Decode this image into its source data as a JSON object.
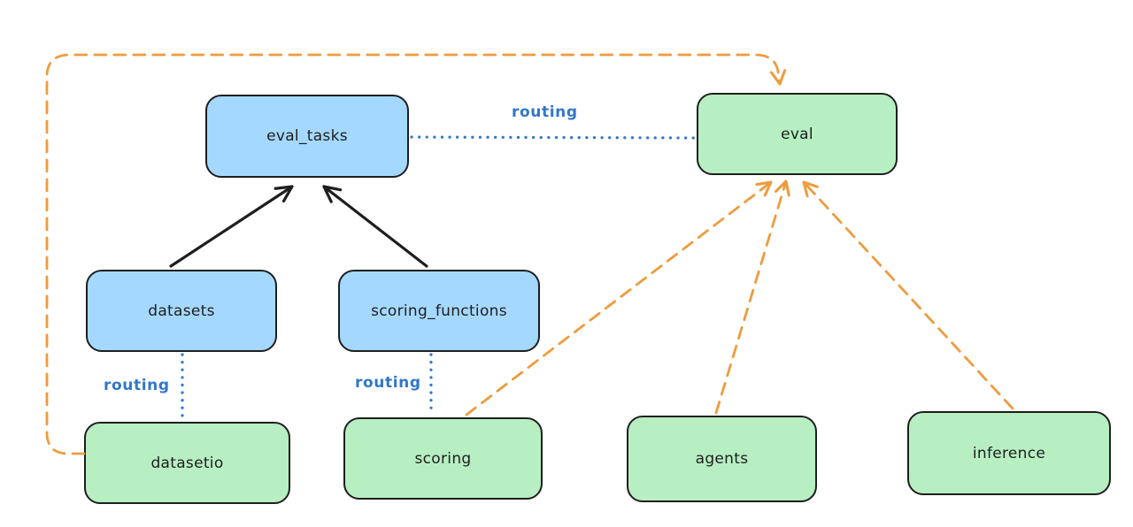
{
  "diagram": {
    "nodes": [
      {
        "id": "eval_tasks",
        "label": "eval_tasks",
        "fill": "#a5d8ff",
        "kind": "resource"
      },
      {
        "id": "eval",
        "label": "eval",
        "fill": "#b7efc3",
        "kind": "api"
      },
      {
        "id": "datasets",
        "label": "datasets",
        "fill": "#a5d8ff",
        "kind": "resource"
      },
      {
        "id": "scoring_functions",
        "label": "scoring_functions",
        "fill": "#a5d8ff",
        "kind": "resource"
      },
      {
        "id": "datasetio",
        "label": "datasetio",
        "fill": "#b7efc3",
        "kind": "api"
      },
      {
        "id": "scoring",
        "label": "scoring",
        "fill": "#b7efc3",
        "kind": "api"
      },
      {
        "id": "agents",
        "label": "agents",
        "fill": "#b7efc3",
        "kind": "api"
      },
      {
        "id": "inference",
        "label": "inference",
        "fill": "#b7efc3",
        "kind": "api"
      }
    ],
    "edge_labels": {
      "routing": "routing"
    },
    "edges": [
      {
        "from": "datasets",
        "to": "eval_tasks",
        "style": "solid-black-arrow"
      },
      {
        "from": "scoring_functions",
        "to": "eval_tasks",
        "style": "solid-black-arrow"
      },
      {
        "from": "eval_tasks",
        "to": "eval",
        "style": "dotted-blue",
        "label": "routing"
      },
      {
        "from": "datasets",
        "to": "datasetio",
        "style": "dotted-blue",
        "label": "routing"
      },
      {
        "from": "scoring_functions",
        "to": "scoring",
        "style": "dotted-blue",
        "label": "routing"
      },
      {
        "from": "datasetio",
        "to": "eval",
        "style": "dashed-orange-arrow"
      },
      {
        "from": "scoring",
        "to": "eval",
        "style": "dashed-orange-arrow"
      },
      {
        "from": "agents",
        "to": "eval",
        "style": "dashed-orange-arrow"
      },
      {
        "from": "inference",
        "to": "eval",
        "style": "dashed-orange-arrow"
      }
    ],
    "colors": {
      "node_stroke": "#1e1e1e",
      "arrow_black": "#1e1e1e",
      "routing_blue": "#3177c9",
      "impl_orange": "#ee9c3e",
      "blue_fill": "#a5d8ff",
      "green_fill": "#b7efc3",
      "background": "#ffffff"
    }
  }
}
